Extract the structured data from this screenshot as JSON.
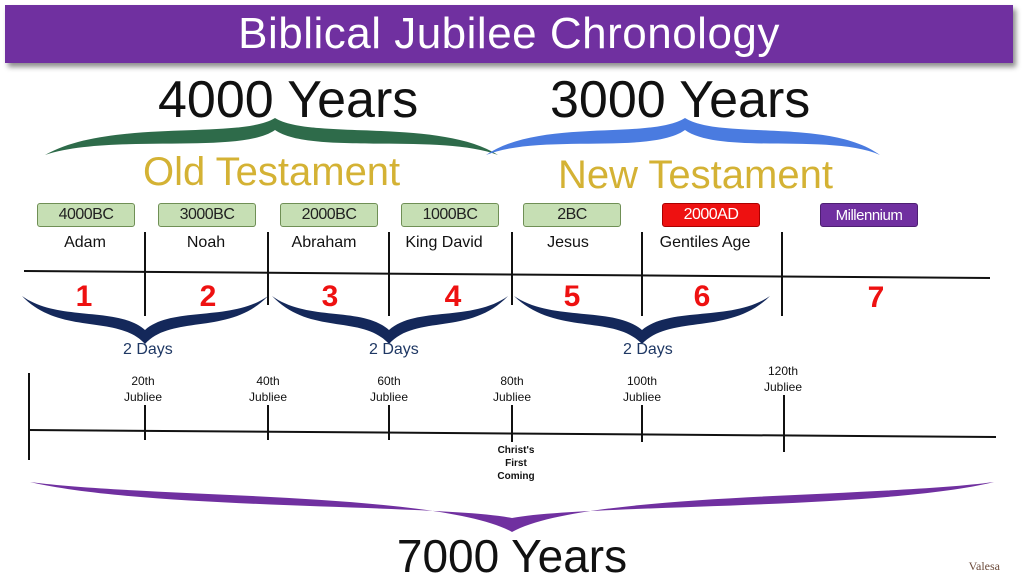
{
  "title": "Biblical Jubilee Chronology",
  "top_spans": {
    "left_years": "4000 Years",
    "right_years": "3000 Years"
  },
  "testaments": {
    "old": "Old Testament",
    "new": "New Testament"
  },
  "eras": [
    {
      "date": "4000BC",
      "person": "Adam",
      "style": "green"
    },
    {
      "date": "3000BC",
      "person": "Noah",
      "style": "green"
    },
    {
      "date": "2000BC",
      "person": "Abraham",
      "style": "green"
    },
    {
      "date": "1000BC",
      "person": "King David",
      "style": "green"
    },
    {
      "date": "2BC",
      "person": "Jesus",
      "style": "green"
    },
    {
      "date": "2000AD",
      "person": "Gentiles Age",
      "style": "red"
    },
    {
      "date": "Millennium",
      "person": "",
      "style": "purple"
    }
  ],
  "millennium_numbers": [
    "1",
    "2",
    "3",
    "4",
    "5",
    "6",
    "7"
  ],
  "day_groups": [
    "2 Days",
    "2 Days",
    "2 Days"
  ],
  "jubilees": [
    {
      "line1": "20th",
      "line2": "Jubliee"
    },
    {
      "line1": "40th",
      "line2": "Jubliee"
    },
    {
      "line1": "60th",
      "line2": "Jubliee"
    },
    {
      "line1": "80th",
      "line2": "Jubliee"
    },
    {
      "line1": "100th",
      "line2": "Jubliee"
    },
    {
      "line1": "120th",
      "line2": "Jubliee"
    }
  ],
  "first_coming": {
    "line1": "Christ's",
    "line2": "First",
    "line3": "Coming"
  },
  "total_years": "7000 Years",
  "signature": "Valesa",
  "colors": {
    "banner": "#7030a0",
    "old_brace": "#2e6b4a",
    "new_brace": "#4a7be0",
    "testament_text": "#d4b234",
    "day_brace": "#14285a",
    "number_red": "#ee1111",
    "total_brace": "#7030a0"
  }
}
